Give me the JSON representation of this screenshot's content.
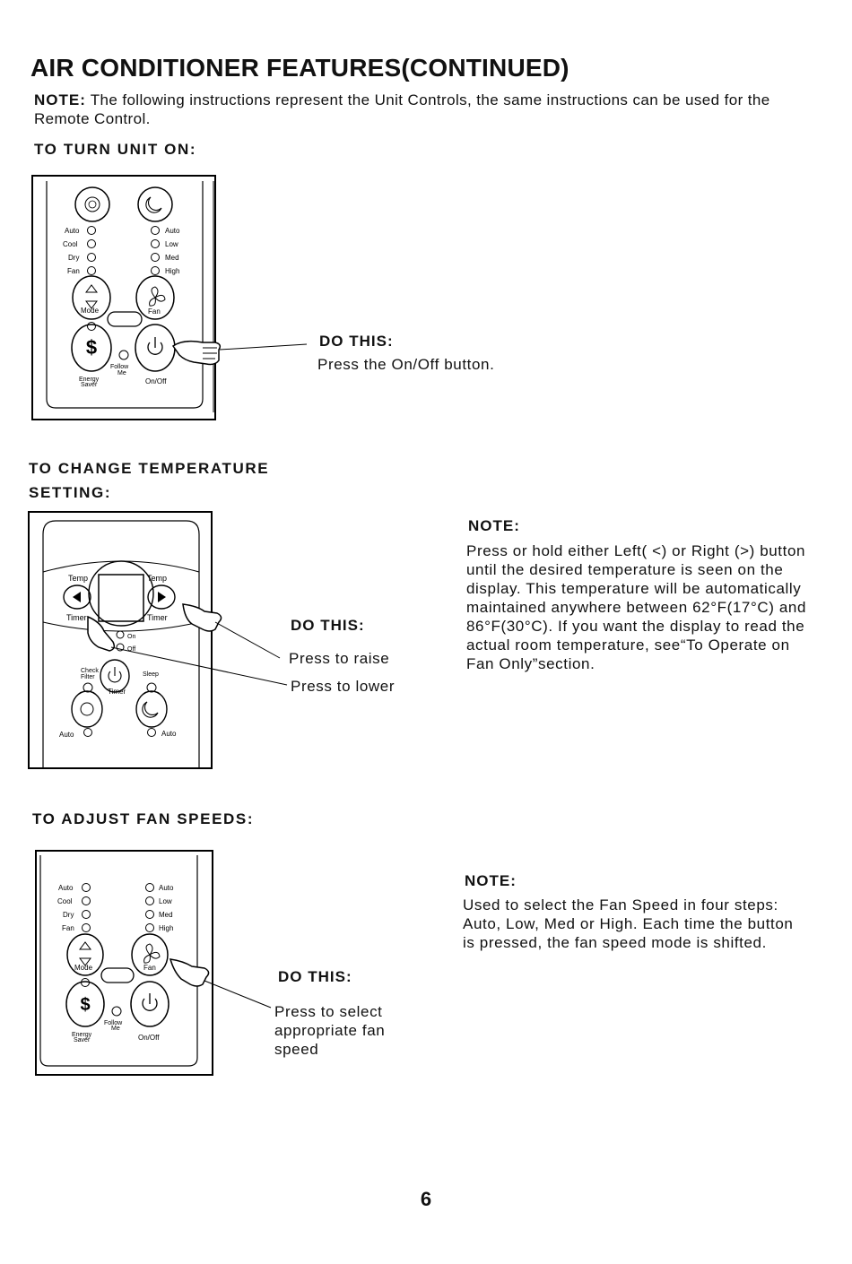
{
  "title": "AIR CONDITIONER FEATURES(CONTINUED)",
  "intro": {
    "label": "NOTE:",
    "text": " The following instructions represent the Unit Controls, the same instructions can be used for the Remote Control."
  },
  "section1": {
    "heading": "TO TURN UNIT ON:",
    "do_this": "DO THIS:",
    "instruction": "Press the On/Off button."
  },
  "section2": {
    "heading_line1": "TO CHANGE TEMPERATURE",
    "heading_line2": "SETTING:",
    "do_this": "DO THIS:",
    "raise": "Press to raise",
    "lower": "Press to lower",
    "note_label": "NOTE:",
    "note_lines": [
      "Press or hold either Left( <) or Right (>) button",
      "until the desired temperature is seen on the",
      "display. This temperature will be automatically",
      "maintained anywhere between 62°F(17°C) and",
      "86°F(30°C). If you want the display to read the",
      "actual room temperature, see“To Operate on",
      "Fan Only”section."
    ]
  },
  "section3": {
    "heading": "TO ADJUST FAN SPEEDS:",
    "do_this": "DO THIS:",
    "instruction_lines": [
      "Press to select",
      "appropriate fan",
      "speed"
    ],
    "note_label": "NOTE:",
    "note_lines": [
      "Used to select the Fan Speed in four steps:",
      "Auto, Low, Med or High. Each time the button",
      "is pressed, the fan speed mode is shifted."
    ]
  },
  "panel_labels": {
    "mode_items": [
      "Auto",
      "Cool",
      "Dry",
      "Fan"
    ],
    "fan_items": [
      "Auto",
      "Low",
      "Med",
      "High"
    ],
    "mode": "Mode",
    "fan": "Fan",
    "follow_me_1": "Follow",
    "follow_me_2": "Me",
    "energy_1": "Energy",
    "energy_2": "Saver",
    "onoff": "On/Off",
    "temp": "Temp",
    "timer": "Timer",
    "on": "On",
    "off": "Off",
    "check_1": "Check",
    "check_2": "Filter",
    "sleep": "Sleep",
    "auto": "Auto"
  },
  "page_number": "6"
}
